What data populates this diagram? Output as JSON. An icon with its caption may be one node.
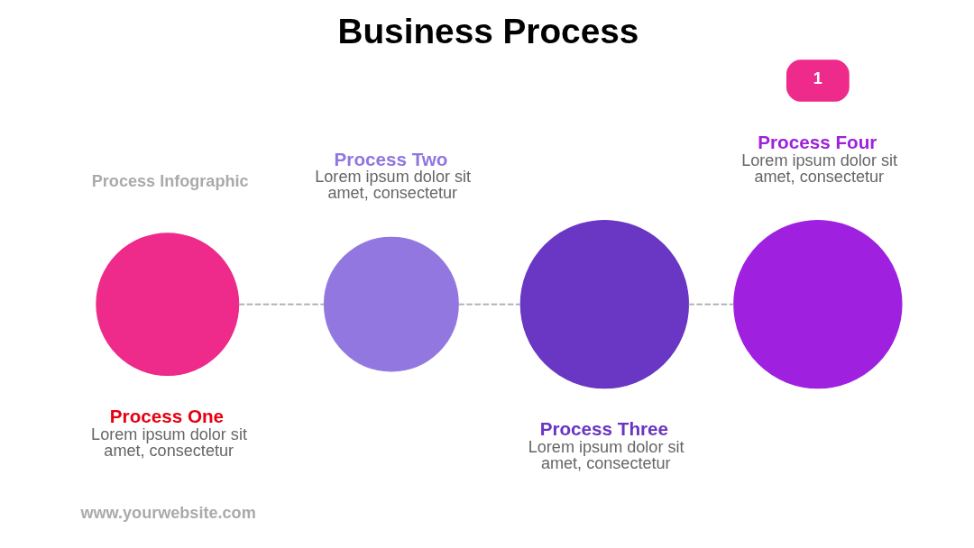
{
  "diagram": {
    "title": "Business Process",
    "nodes": [
      {
        "text": [],
        "shape": "circle",
        "beside": [
          "Process One",
          "Lorem ipsum dolor sit amet, consectetur"
        ]
      },
      {
        "text": [],
        "shape": "circle",
        "beside": [
          "Process Two",
          "Lorem ipsum dolor sit amet, consectetur"
        ]
      },
      {
        "text": [],
        "shape": "circle",
        "beside": [
          "Process Three",
          "Lorem ipsum dolor sit amet, consectetur"
        ]
      },
      {
        "text": [],
        "shape": "circle",
        "beside": [
          "Process Four",
          "Lorem ipsum dolor sit amet, consectetur"
        ]
      }
    ],
    "edges": [
      {
        "from": 0,
        "to": 1,
        "arrow": "none",
        "style": "dashed"
      },
      {
        "from": 1,
        "to": 2,
        "arrow": "none",
        "style": "dashed"
      },
      {
        "from": 2,
        "to": 3,
        "arrow": "none",
        "style": "dashed"
      }
    ],
    "labels": [
      "Process Infographic",
      "1",
      "www.yourwebsite.com"
    ]
  }
}
